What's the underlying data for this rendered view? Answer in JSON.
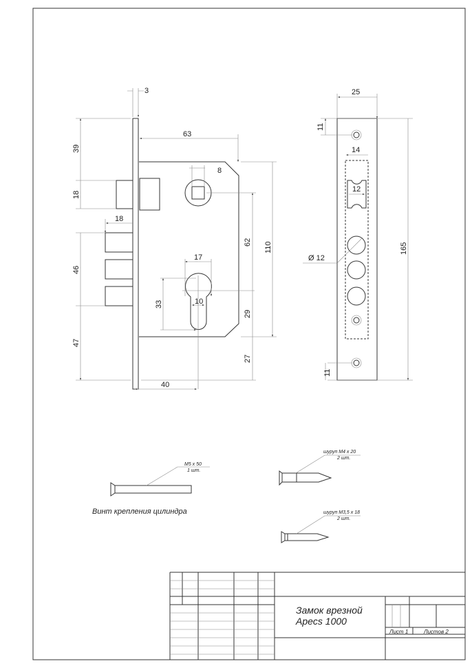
{
  "side_view": {
    "dims": {
      "plate": "3",
      "backset_top": "63",
      "spindle": "8",
      "top": "39",
      "latch": "18",
      "bolt_len": "18",
      "bolts": "46",
      "bottom": "47",
      "c2c": "62",
      "body": "110",
      "cyl_w": "17",
      "cyl_h": "33",
      "cyl_slot": "10",
      "cyl_low": "29",
      "low": "27",
      "backset": "40"
    }
  },
  "strike_plate": {
    "dims": {
      "width": "25",
      "top_hole": "11",
      "cut_w": "14",
      "latch_cut": "12",
      "diameter": "Ø 12",
      "length": "165",
      "bottom_hole": "11"
    }
  },
  "parts": {
    "cyl_screw": {
      "spec": "M5 x 50",
      "qty": "1 шт.",
      "caption": "Винт крепления цилиндра"
    },
    "screw1": {
      "spec": "шуруп M4 x 20",
      "qty": "2 шт."
    },
    "screw2": {
      "spec": "шуруп M3,5 x 18",
      "qty": "2 шт."
    }
  },
  "title_block": {
    "name_line1": "Замок врезной",
    "name_line2": "Apecs 1000",
    "sheet": "Лист 1",
    "sheets": "Листов 2"
  }
}
